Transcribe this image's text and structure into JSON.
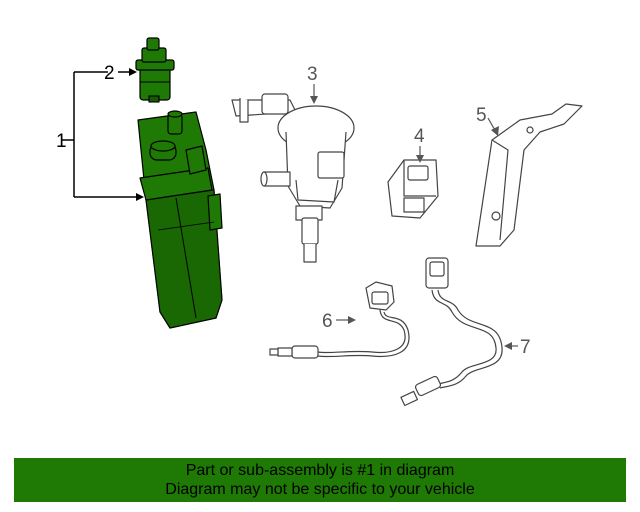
{
  "callouts": {
    "c1": "1",
    "c2": "2",
    "c3": "3",
    "c4": "4",
    "c5": "5",
    "c6": "6",
    "c7": "7"
  },
  "banner": {
    "line1": "Part or sub-assembly is #1 in diagram",
    "line2": "Diagram may not be specific to your vehicle"
  },
  "colors": {
    "highlight": "#1f7a05",
    "line_art": "#444444"
  }
}
